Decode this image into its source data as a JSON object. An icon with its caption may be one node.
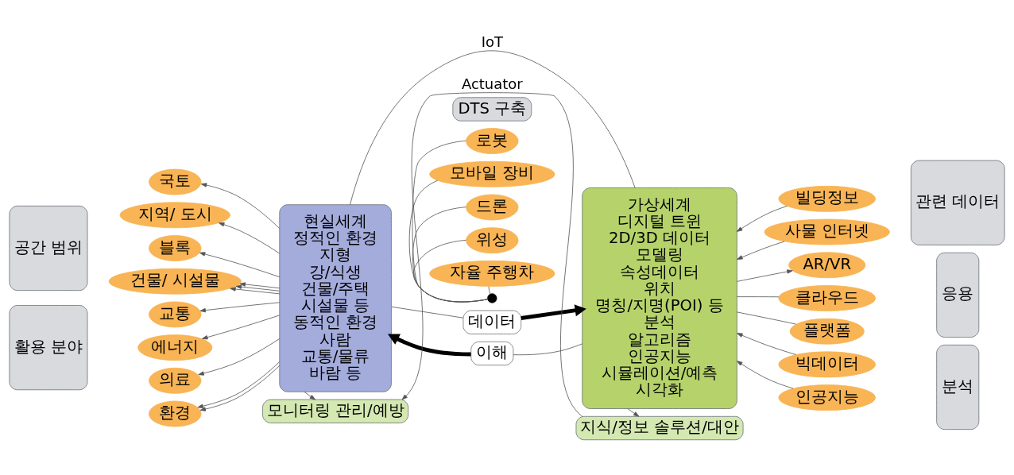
{
  "diagram": {
    "nodes": [
      {
        "text": [
          "공간 범위"
        ]
      },
      {
        "text": [
          "국토"
        ]
      },
      {
        "text": [
          "지역/ 도시"
        ]
      },
      {
        "text": [
          "블록"
        ]
      },
      {
        "text": [
          "건물/ 시설물"
        ]
      },
      {
        "text": [
          "활용 분야"
        ]
      },
      {
        "text": [
          "교통"
        ]
      },
      {
        "text": [
          "에너지"
        ]
      },
      {
        "text": [
          "의료"
        ]
      },
      {
        "text": [
          "환경"
        ]
      },
      {
        "text": [
          "DTS 구축"
        ]
      },
      {
        "text": [
          "로봇"
        ]
      },
      {
        "text": [
          "모바일 장비"
        ]
      },
      {
        "text": [
          "드론"
        ]
      },
      {
        "text": [
          "위성"
        ]
      },
      {
        "text": [
          "자율 주행차"
        ]
      },
      {
        "text": [
          "현실세계",
          "정적인 환경",
          "지형",
          "강/식생",
          "건물/주택",
          "시설물 등",
          "동적인 환경",
          "사람",
          "교통/물류",
          "바람 등"
        ]
      },
      {
        "text": [],
        "shape": "circle"
      },
      {
        "text": [
          "데이터"
        ]
      },
      {
        "text": [
          "이해"
        ]
      },
      {
        "text": [
          "가상세계",
          "디지털 트윈",
          "2D/3D 데이터",
          "모델링",
          "속성데이터",
          "위치",
          "명칭/지명(POI) 등",
          "분석",
          "알고리즘",
          "인공지능",
          "시뮬레이션/예측",
          "시각화"
        ]
      },
      {
        "text": [
          "모니터링 관리/예방"
        ]
      },
      {
        "text": [
          "지식/정보 솔루션/대안"
        ]
      },
      {
        "text": [
          "빌딩정보"
        ]
      },
      {
        "text": [
          "사물 인터넷"
        ]
      },
      {
        "text": [
          "관련 데이터"
        ]
      },
      {
        "text": [
          "AR/VR"
        ]
      },
      {
        "text": [
          "클라우드"
        ]
      },
      {
        "text": [
          "플랫폼"
        ]
      },
      {
        "text": [
          "응용"
        ]
      },
      {
        "text": [
          "빅데이터"
        ]
      },
      {
        "text": [
          "인공지능"
        ]
      },
      {
        "text": [
          "분석"
        ]
      }
    ],
    "edges": [
      {
        "from": 16,
        "to": 1,
        "arrow": "to"
      },
      {
        "from": 16,
        "to": 2,
        "arrow": "to"
      },
      {
        "from": 16,
        "to": 3,
        "arrow": "to"
      },
      {
        "from": 16,
        "to": 4,
        "arrow": "to"
      },
      {
        "from": 16,
        "to": 4,
        "arrow": "to"
      },
      {
        "from": 16,
        "to": 4,
        "arrow": "to"
      },
      {
        "from": 16,
        "to": 6,
        "arrow": "to"
      },
      {
        "from": 16,
        "to": 7,
        "arrow": "to"
      },
      {
        "from": 16,
        "to": 8,
        "arrow": "to"
      },
      {
        "from": 16,
        "to": 9,
        "arrow": "to"
      },
      {
        "from": 16,
        "to": 9,
        "arrow": "to"
      },
      {
        "from": 11,
        "to": 17,
        "arrow": "none"
      },
      {
        "from": 12,
        "to": 17,
        "arrow": "none"
      },
      {
        "from": 13,
        "to": 17,
        "arrow": "none"
      },
      {
        "from": 14,
        "to": 17,
        "arrow": "none"
      },
      {
        "from": 15,
        "to": 17,
        "arrow": "none"
      },
      {
        "from": 16,
        "to": 20,
        "label": "IoT",
        "arrow": "none"
      },
      {
        "from": 16,
        "to": 18,
        "arrow": "none"
      },
      {
        "from": 18,
        "to": 20,
        "arrow": "to",
        "style": "thick"
      },
      {
        "from": 20,
        "to": 19,
        "arrow": "none"
      },
      {
        "from": 19,
        "to": 16,
        "arrow": "to",
        "style": "thick"
      },
      {
        "from": 16,
        "to": 21,
        "arrow": "to"
      },
      {
        "from": 20,
        "to": 22,
        "arrow": "to"
      },
      {
        "from": 22,
        "to": 21,
        "label": "Actuator",
        "arrow": "to"
      },
      {
        "from": 23,
        "to": 20,
        "arrow": "to"
      },
      {
        "from": 24,
        "to": 20,
        "arrow": "to"
      },
      {
        "from": 20,
        "to": 26,
        "arrow": "to"
      },
      {
        "from": 20,
        "to": 27,
        "arrow": "none"
      },
      {
        "from": 20,
        "to": 28,
        "arrow": "none"
      },
      {
        "from": 30,
        "to": 20,
        "arrow": "to"
      },
      {
        "from": 31,
        "to": 20,
        "arrow": "to"
      }
    ]
  }
}
